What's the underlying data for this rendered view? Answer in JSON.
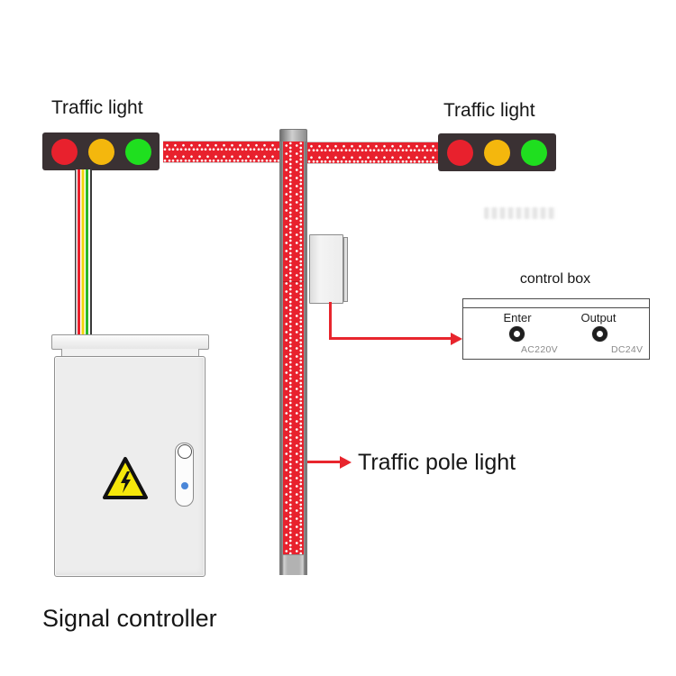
{
  "labels": {
    "traffic_light_left": "Traffic light",
    "traffic_light_right": "Traffic light",
    "traffic_pole_light": "Traffic pole light",
    "signal_controller": "Signal controller"
  },
  "control_box": {
    "title": "control box",
    "ports": [
      {
        "label": "Enter",
        "voltage": "AC220V"
      },
      {
        "label": "Output",
        "voltage": "DC24V"
      }
    ]
  },
  "traffic_light": {
    "lenses": [
      "red",
      "yellow",
      "green"
    ]
  },
  "colors": {
    "red_light": "#e8212d",
    "yellow_light": "#f4b70d",
    "green_light": "#1fdf1f",
    "led_strip_red": "#e8212d",
    "arrow_red": "#e8252d",
    "housing_dark": "#3a3133",
    "warning_yellow": "#f5e70a",
    "cabinet_gray": "#ededed",
    "handle_dot_blue": "#4a86d8"
  }
}
